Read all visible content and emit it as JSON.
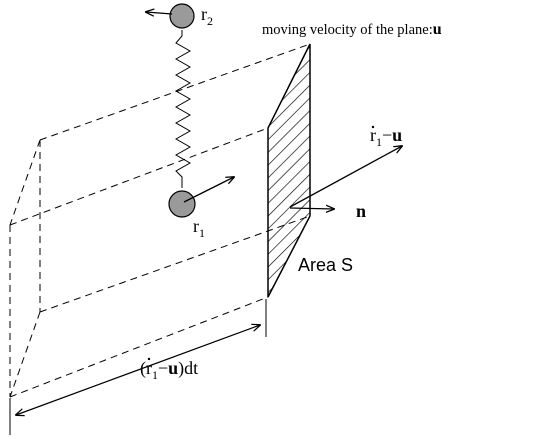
{
  "labels": {
    "plane_velocity_text": "moving velocity of the plane:",
    "plane_velocity_symbol": "u",
    "r2_base": "r",
    "r2_sub": "2",
    "r1_base": "r",
    "r1_sub": "1",
    "rel_vel_r": "r",
    "rel_vel_sub": "1",
    "rel_vel_op": "−",
    "rel_vel_u": "u",
    "normal": "n",
    "area": "Area S",
    "disp_open": "(",
    "disp_r": "r",
    "disp_sub": "1",
    "disp_op": "−",
    "disp_u": "u",
    "disp_close": ")dt"
  },
  "colors": {
    "particle_fill": "#9a9a9a",
    "line": "#000000",
    "background": "#ffffff"
  }
}
